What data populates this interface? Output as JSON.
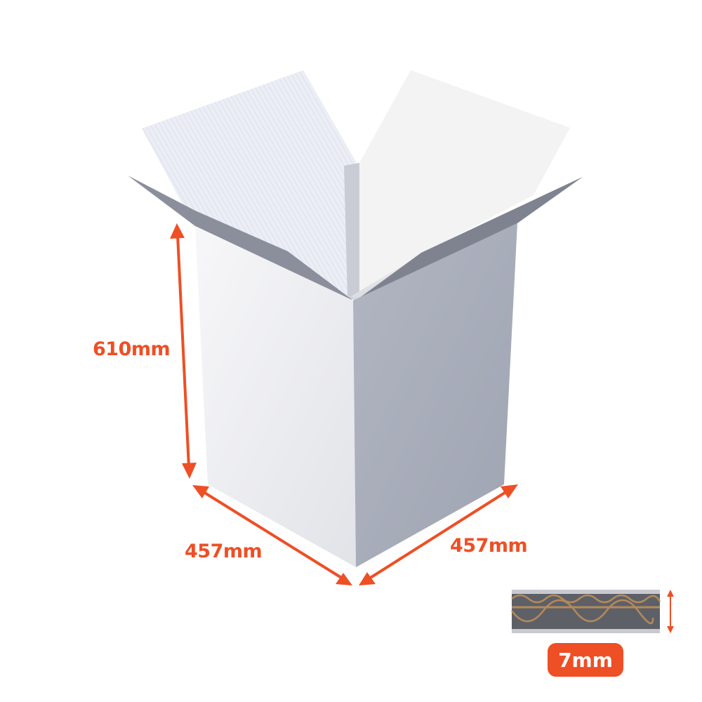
{
  "dimensions": {
    "height": "610mm",
    "length": "457mm",
    "width": "457mm",
    "wall_thickness": "7mm"
  },
  "colors": {
    "accent": "#ee4f25",
    "flute": "#b48a5a"
  }
}
